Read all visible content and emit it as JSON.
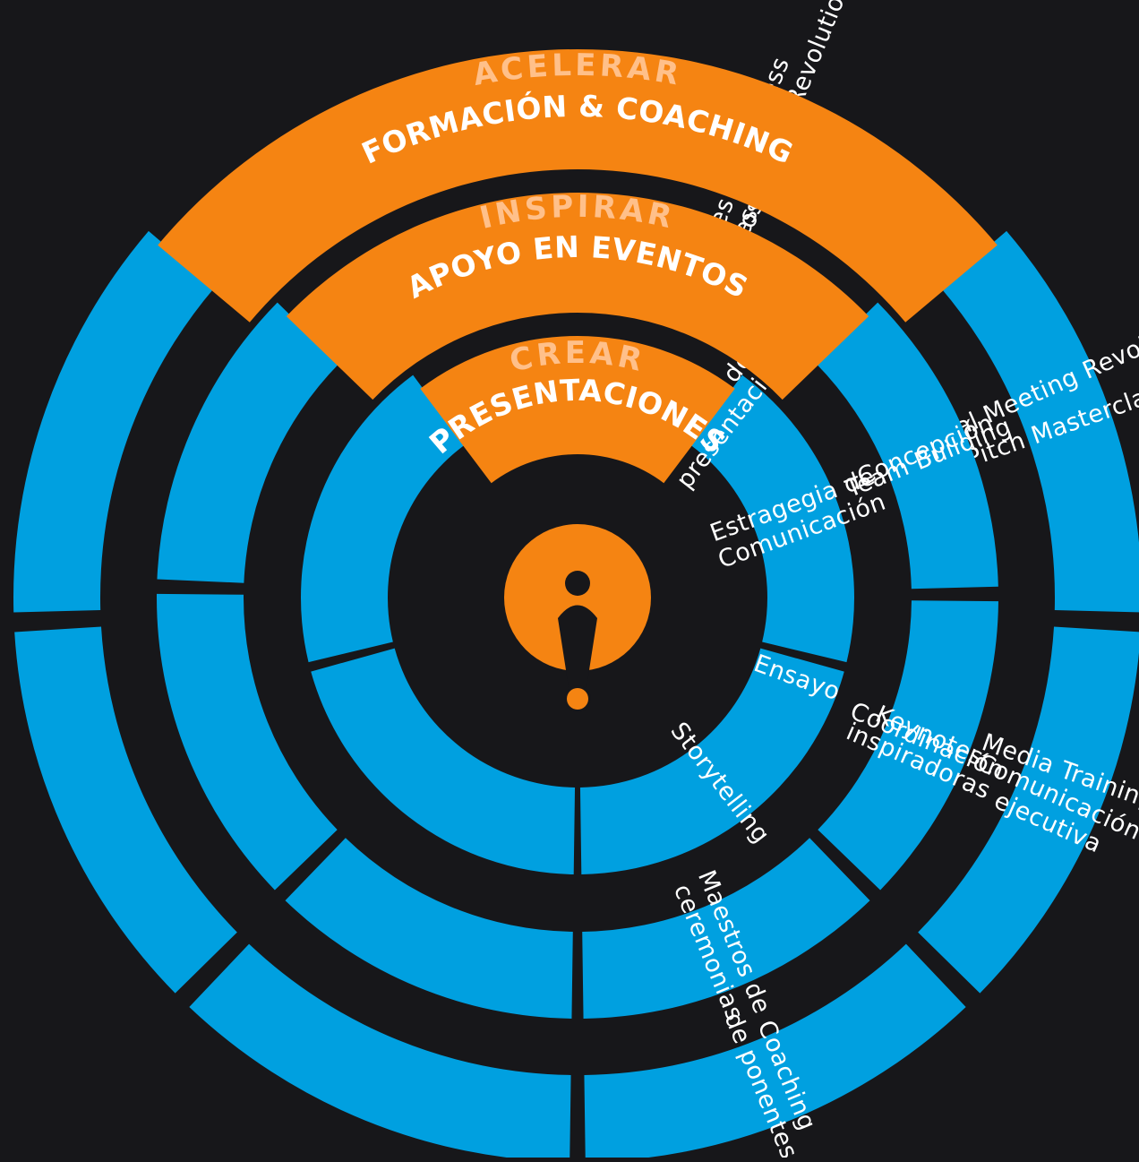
{
  "colors": {
    "background": "#17171a",
    "segment": "#00a0e0",
    "accent": "#f58412",
    "category_text": "#ffc08a",
    "label_text": "#ffffff"
  },
  "center_icon": "info-icon",
  "bands": [
    {
      "category": "ACELERAR",
      "title": "FORMACIÓN & COACHING"
    },
    {
      "category": "INSPIRAR",
      "title": "APOYO EN EVENTOS"
    },
    {
      "category": "CREAR",
      "title": "PRESENTACIONES"
    }
  ],
  "rings": {
    "outer": [
      {
        "lines": [
          "Pitch Masterclass"
        ]
      },
      {
        "lines": [
          "Comunicación",
          "ejecutiva"
        ]
      },
      {
        "lines": [
          "Coaching",
          "de ponentes"
        ]
      },
      {
        "lines": [
          "Business",
          "Presentation Revolution"
        ]
      },
      {
        "lines": [
          "Virtual Meeting Revolution"
        ]
      },
      {
        "lines": [
          "Media Training"
        ]
      }
    ],
    "middle": [
      {
        "lines": [
          "Concepción"
        ]
      },
      {
        "lines": [
          "Coordinación"
        ]
      },
      {
        "lines": [
          "Maestros de",
          "ceremonias"
        ]
      },
      {
        "lines": [
          "Talleres",
          "creativos"
        ]
      },
      {
        "lines": [
          "Team Building"
        ]
      },
      {
        "lines": [
          "Keynotes",
          "inspiradoras"
        ]
      }
    ],
    "inner": [
      {
        "lines": [
          "Estragegia de",
          "Comunicación"
        ]
      },
      {
        "lines": [
          "Storytelling"
        ]
      },
      {
        "lines": [
          "Diseño de",
          "presentación"
        ]
      },
      {
        "lines": [
          "Ensayo"
        ]
      }
    ]
  }
}
